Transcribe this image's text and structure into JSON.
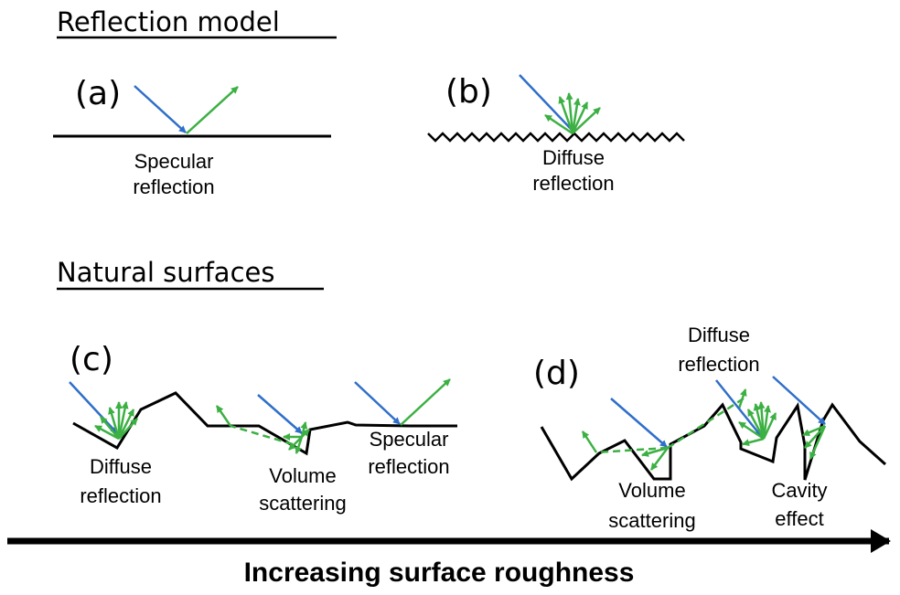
{
  "headings": {
    "reflection_model": "Reflection model",
    "natural_surfaces": "Natural surfaces"
  },
  "panels": {
    "a": {
      "tag": "(a)",
      "label_line1": "Specular",
      "label_line2": "reflection"
    },
    "b": {
      "tag": "(b)",
      "label_line1": "Diffuse",
      "label_line2": "reflection"
    },
    "c": {
      "tag": "(c)",
      "diffuse_line1": "Diffuse",
      "diffuse_line2": "reflection",
      "volume_line1": "Volume",
      "volume_line2": "scattering",
      "specular_line1": "Specular",
      "specular_line2": "reflection"
    },
    "d": {
      "tag": "(d)",
      "diffuse_line1": "Diffuse",
      "diffuse_line2": "reflection",
      "volume_line1": "Volume",
      "volume_line2": "scattering",
      "cavity_line1": "Cavity",
      "cavity_line2": "effect"
    }
  },
  "axis": {
    "label": "Increasing surface roughness"
  },
  "legend_colors": {
    "incident": "#2f6fc9",
    "reflected": "#3cb043",
    "surface": "#000000"
  }
}
